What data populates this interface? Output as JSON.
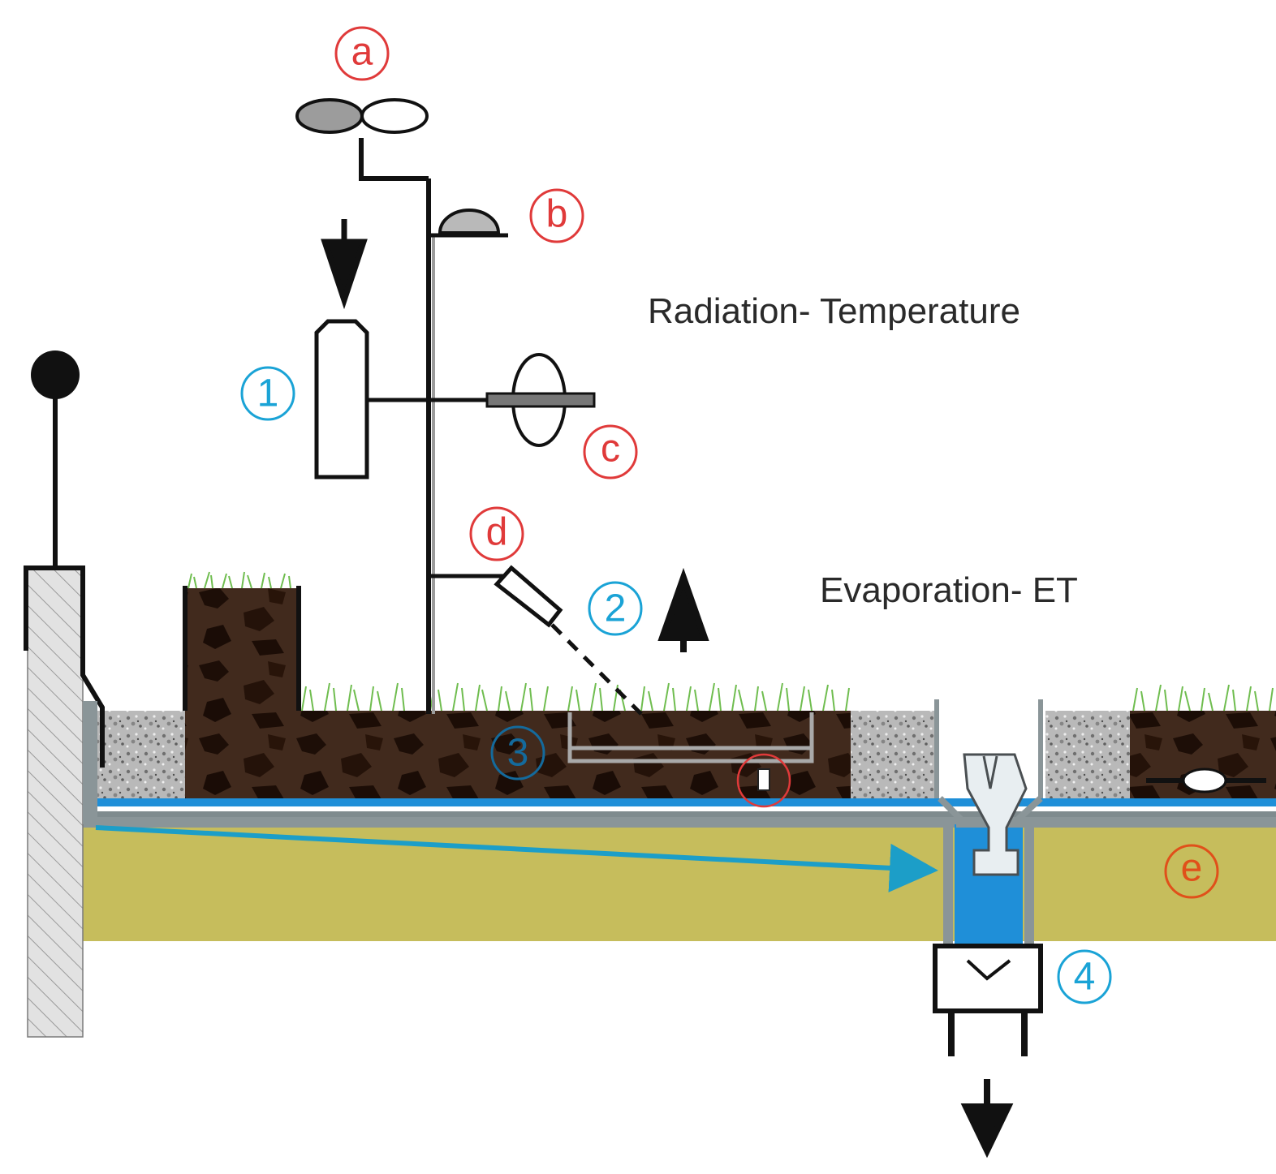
{
  "annotations": {
    "radiation": "Radiation- Temperature",
    "evaporation": "Evaporation- ET"
  },
  "markers": {
    "a": "a",
    "b": "b",
    "c": "c",
    "d": "d",
    "e": "e",
    "n1": "1",
    "n2": "2",
    "n3": "3",
    "n4": "4"
  },
  "colors": {
    "red_label": "#e03a3a",
    "cyan_label": "#1aa3d6",
    "dark_blue_label": "#146a9c",
    "orange_label": "#e0501a",
    "soil": "#3b2418",
    "soil_patch": "#1e0f08",
    "grass": "#7cc25a",
    "gravel": "#b4b4b4",
    "subbase": "#c6bd5c",
    "water": "#1f8fd8",
    "membrane": "#8a9598",
    "wall": "#e4e4e4"
  }
}
